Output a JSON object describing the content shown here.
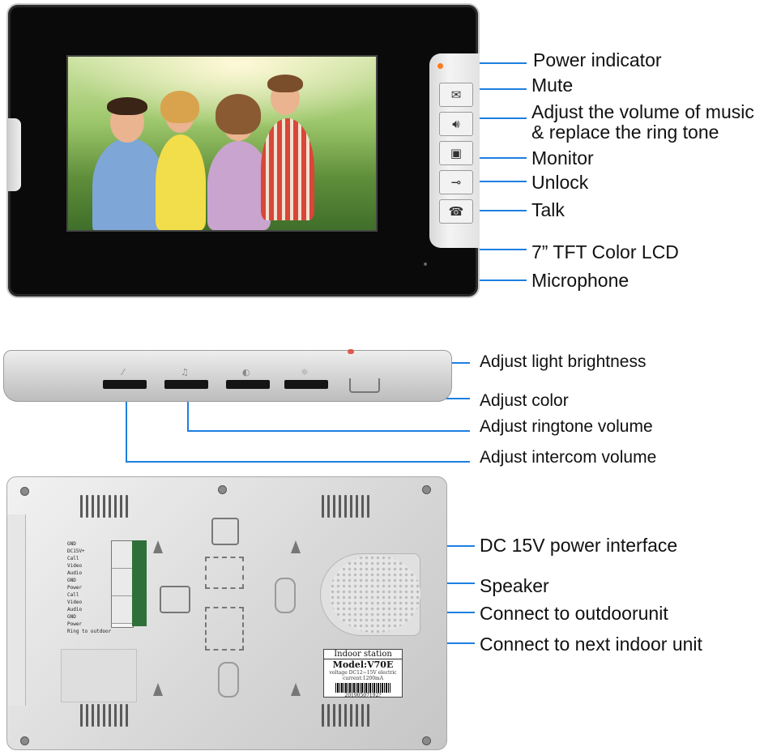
{
  "labels": {
    "power_indicator": "Power indicator",
    "mute": "Mute",
    "volume_line1": "Adjust the volume of music",
    "volume_line2": "& replace the ring tone",
    "monitor": "Monitor",
    "unlock": "Unlock",
    "talk": "Talk",
    "lcd": "7” TFT Color LCD",
    "microphone": "Microphone",
    "light_brightness": "Adjust light brightness",
    "color": "Adjust color",
    "ringtone_volume": "Adjust ringtone volume",
    "intercom_volume": "Adjust intercom volume",
    "power_interface": "DC 15V power interface",
    "speaker": "Speaker",
    "outdoor_unit": "Connect to outdoorunit",
    "next_indoor": "Connect to next indoor unit"
  },
  "back_tag": {
    "title": "Indoor station",
    "model": "Model:V70E",
    "specs": "voltage DC12~15V  electric current:1200mA",
    "serial": "20190507192?"
  },
  "wire_labels": [
    "GND",
    "DC15V+",
    "Call",
    "Video",
    "Audio",
    "GND",
    "Power",
    "Call",
    "Video",
    "Audio",
    "GND",
    "Power",
    "Ring to outdoor"
  ],
  "icons": {
    "mute": "envelope-icon",
    "volume": "speaker-icon",
    "monitor": "person-card-icon",
    "unlock": "key-icon",
    "talk": "handset-icon"
  },
  "colors": {
    "leader_line": "#1e7fe0",
    "device_front": "#0a0a0a",
    "device_silver": "#d6d6d6",
    "power_led": "#ff7a1a"
  }
}
